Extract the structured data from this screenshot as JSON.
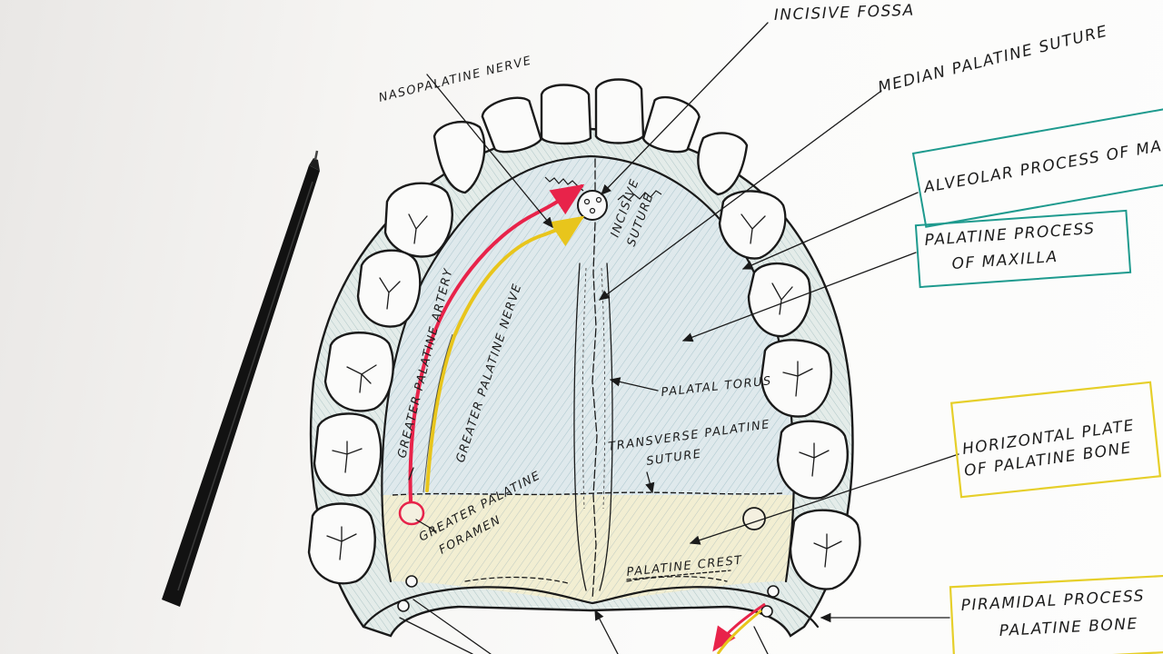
{
  "labels": {
    "incisive_fossa": "INCISIVE FOSSA",
    "median_palatine_suture": "MEDIAN PALATINE SUTURE",
    "nasopalatine_nerve": "NASOPALATINE NERVE",
    "alveolar_process": "ALVEOLAR PROCESS OF MA",
    "palatine_process_line1": "PALATINE PROCESS",
    "palatine_process_line2": "OF MAXILLA",
    "incisive_suture_line1": "INCISIVE",
    "incisive_suture_line2": "SUTURE",
    "greater_palatine_artery": "GREATER PALATINE ARTERY",
    "greater_palatine_nerve": "GREATER PALATINE NERVE",
    "palatal_torus": "PALATAL TORUS",
    "transverse_suture_line1": "TRANSVERSE PALATINE",
    "transverse_suture_line2": "SUTURE",
    "horizontal_plate_line1": "HORIZONTAL PLATE",
    "horizontal_plate_line2": "OF PALATINE BONE",
    "greater_palatine_foramen_line1": "GREATER PALATINE",
    "greater_palatine_foramen_line2": "FORAMEN",
    "palatine_crest": "PALATINE CREST",
    "pyramidal_process_line1": "PIRAMIDAL PROCESS",
    "pyramidal_process_line2": "PALATINE BONE"
  },
  "colors": {
    "ink": "#1a1a1a",
    "artery": "#e8234a",
    "nerve": "#e8c51c",
    "box_teal": "#1e9a8e",
    "box_yellow": "#e6cf2a",
    "maxilla_fill": "#dfe9ec",
    "palatine_fill": "#f1edcf",
    "pen": "#111111"
  },
  "icons": [
    "pen-icon"
  ]
}
